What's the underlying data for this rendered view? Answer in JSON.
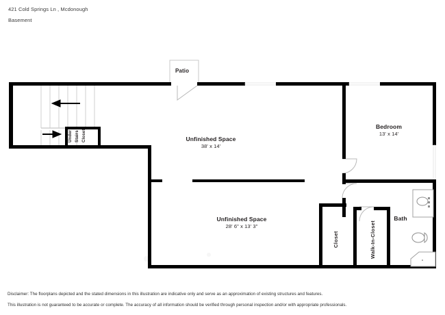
{
  "header": {
    "address": "421 Cold Springs Ln , Mcdonough",
    "level": "Basement"
  },
  "rooms": [
    {
      "id": "patio",
      "name": "Patio",
      "dim": ""
    },
    {
      "id": "unfinished-upper",
      "name": "Unfinished Space",
      "dim": "38' x 14'"
    },
    {
      "id": "unfinished-lower",
      "name": "Unfinished Space",
      "dim": "28' 6\" x 13' 3\""
    },
    {
      "id": "bedroom",
      "name": "Bedroom",
      "dim": "13' x 14'"
    },
    {
      "id": "bath",
      "name": "Bath",
      "dim": ""
    },
    {
      "id": "closet",
      "name": "Closet",
      "dim": ""
    },
    {
      "id": "walk-in-closet",
      "name": "Walk-In-Closet",
      "dim": ""
    },
    {
      "id": "under-stairs",
      "name": "Under Stairs Closet",
      "dim": ""
    }
  ],
  "under_stairs_lines": {
    "line1": "Under",
    "line2": "Stairs",
    "line3": "Closet"
  },
  "fixtures": [
    {
      "id": "stairs",
      "name": "stairs"
    },
    {
      "id": "stair-arrow-up",
      "name": "stair direction arrow up"
    },
    {
      "id": "stair-arrow-dn",
      "name": "stair direction arrow down"
    },
    {
      "id": "sink",
      "name": "bathroom vanity sink"
    },
    {
      "id": "toilet",
      "name": "toilet"
    },
    {
      "id": "shower",
      "name": "corner shower"
    }
  ],
  "colors": {
    "wall": "#000000",
    "text": "#231f20",
    "door_swing": "#b6b6b6",
    "window": "#ffffff",
    "background": "#ffffff"
  },
  "disclaimer": {
    "line1": "Disclaimer: The floorplans depicted and the stated dimensions in this illustration are indicative only and serve as an approximation of existing structures and features.",
    "line2": "This illustration is not guaranteed to be accurate or complete. The accuracy of all information should be verified through personal inspection and/or with appropriate professionals."
  }
}
